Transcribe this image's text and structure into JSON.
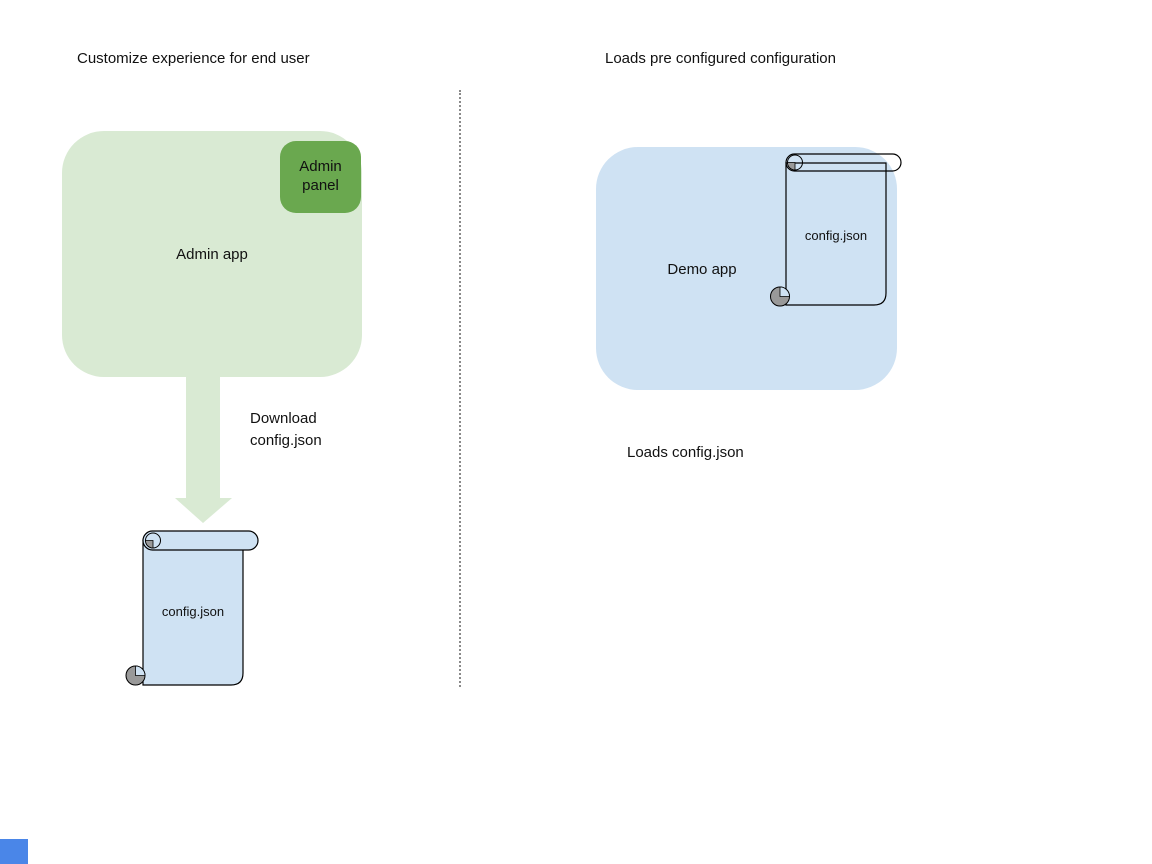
{
  "colors": {
    "background": "#ffffff",
    "admin_app_fill": "#d9ead3",
    "admin_panel_fill": "#6aa84f",
    "arrow_fill": "#d9ead3",
    "demo_app_fill": "#cfe2f3",
    "scroll_fill": "#cfe2f3",
    "scroll_curl": "#999999",
    "outline": "#000000",
    "divider": "#8a8a8a",
    "stray_shape": "#4a86e8",
    "text": "#111111"
  },
  "left": {
    "title": "Customize experience for end user",
    "admin_app_label": "Admin app",
    "admin_panel_label": "Admin panel",
    "arrow_label": "Download config.json",
    "config_file_label": "config.json"
  },
  "right": {
    "title": "Loads pre configured configuration",
    "demo_app_label": "Demo app",
    "config_file_label": "config.json",
    "caption": "Loads config.json"
  }
}
